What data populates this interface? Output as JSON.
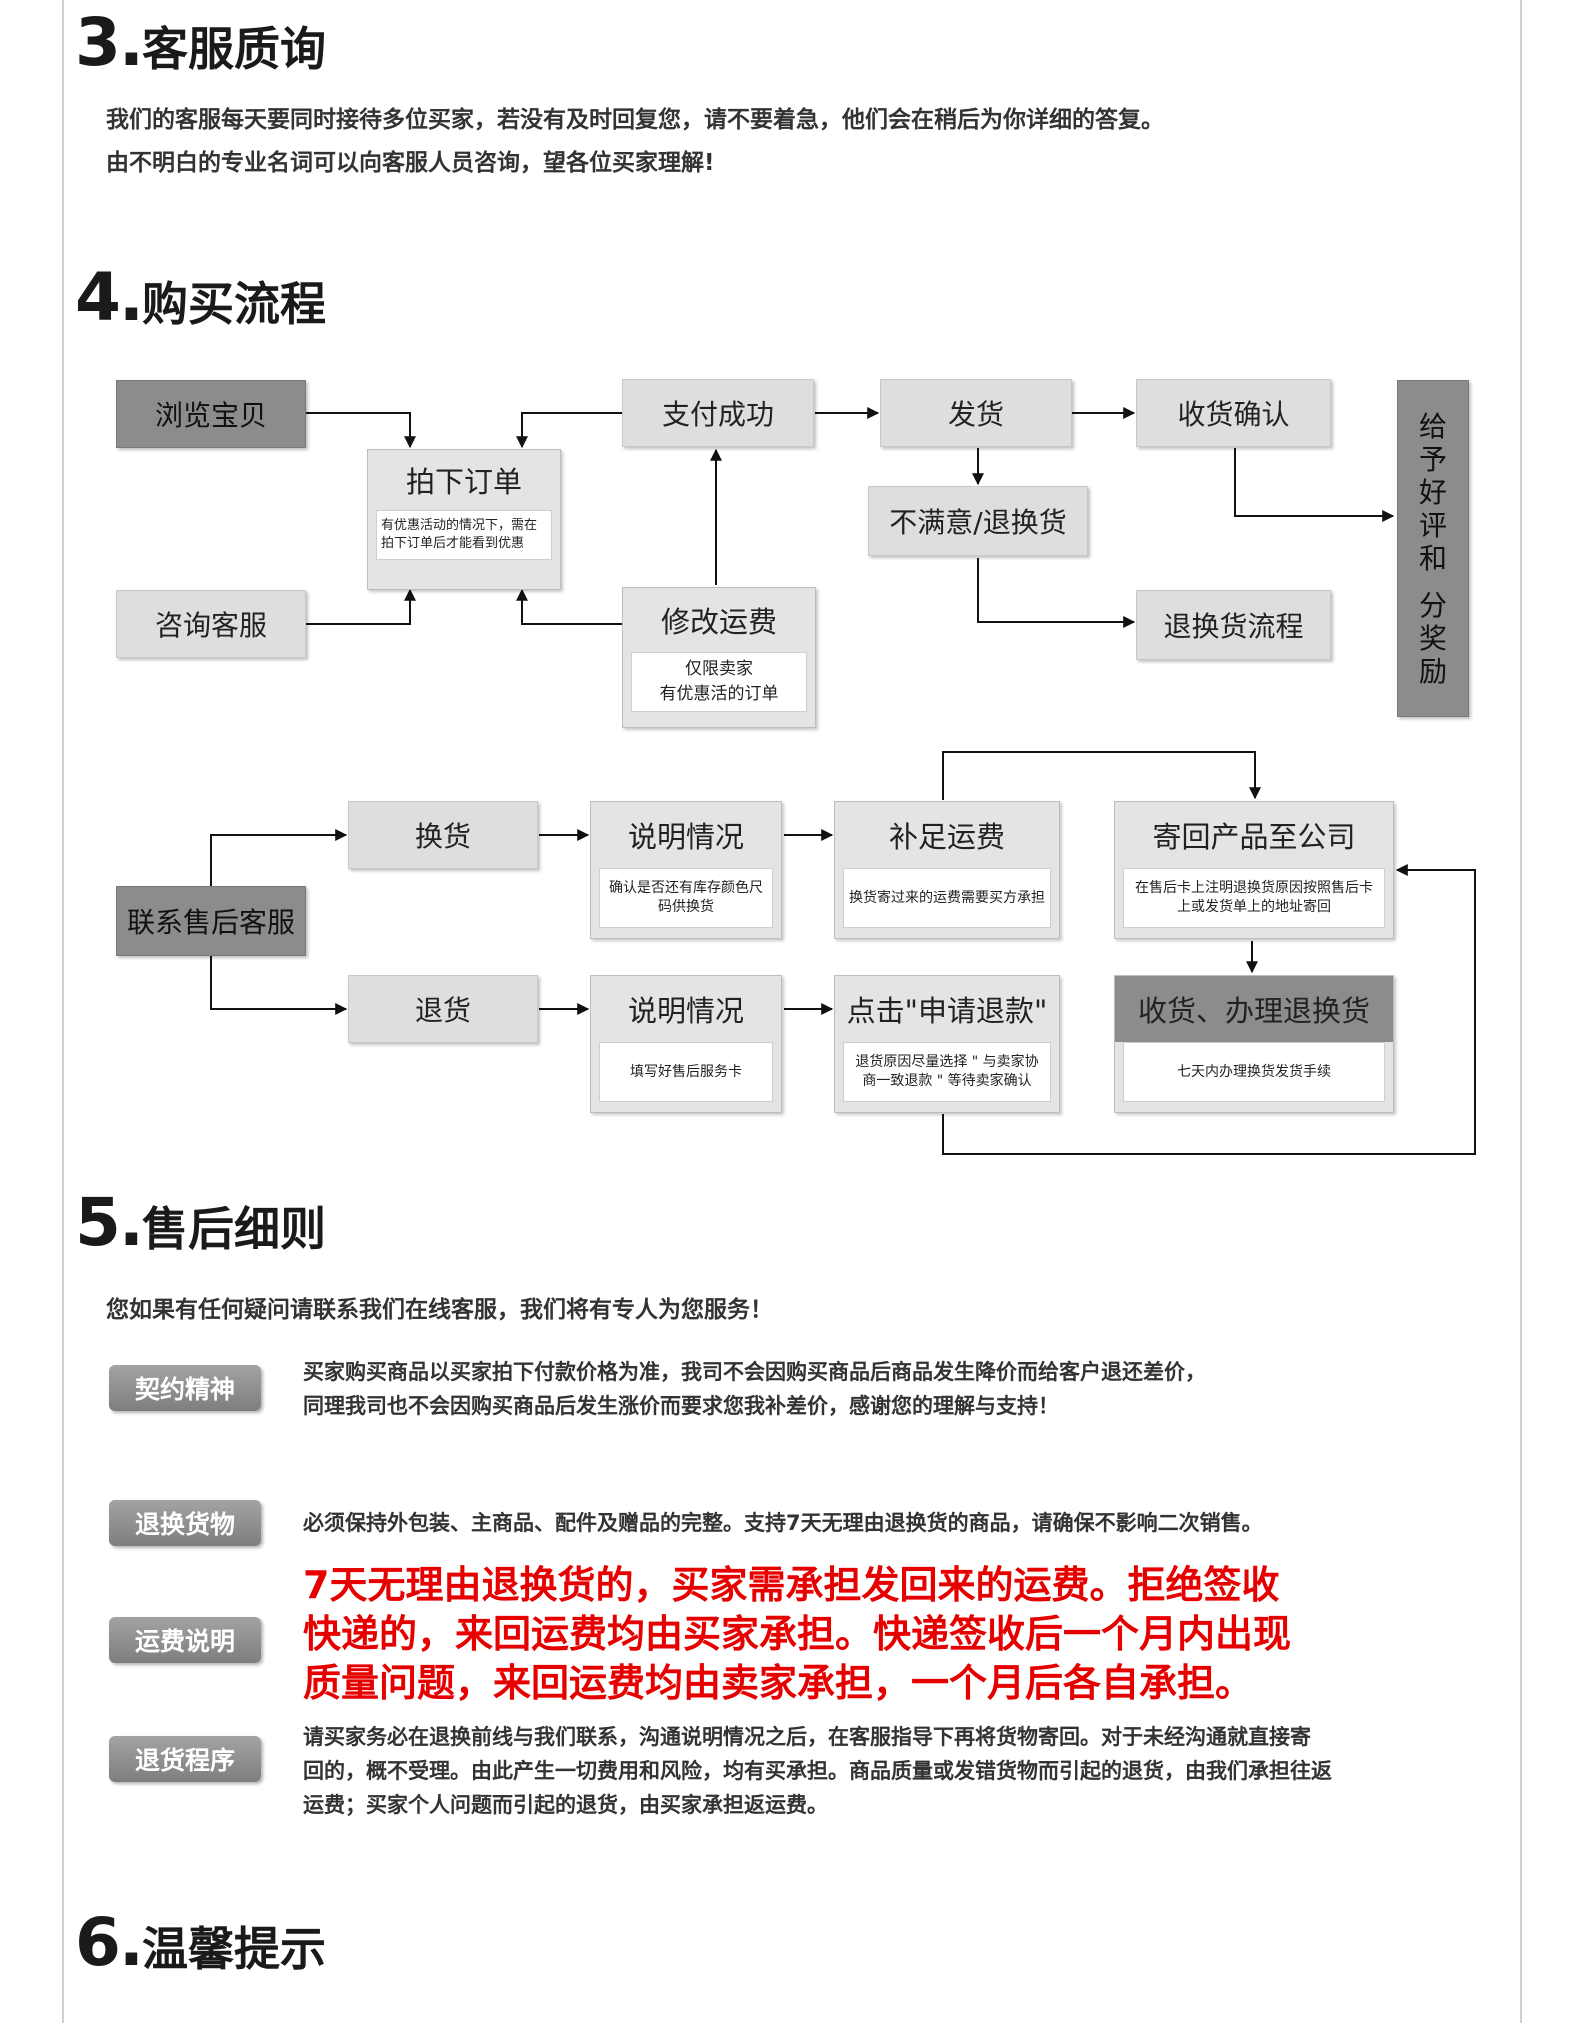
{
  "s3": {
    "num": "3.",
    "title": "客服质询",
    "line1": "我们的客服每天要同时接待多位买家，若没有及时回复您，请不要着急，他们会在稍后为你详细的答复。",
    "line2": "由不明白的专业名词可以向客服人员咨询，望各位买家理解!"
  },
  "s4": {
    "num": "4.",
    "title": "购买流程",
    "flow1": {
      "browse": "浏览宝贝",
      "consult": "咨询客服",
      "order": "拍下订单",
      "order_note": "有优惠活动的情况下，需在拍下订单后才能看到优惠",
      "pay": "支付成功",
      "modify_fee": "修改运费",
      "modify_fee_note_1": "仅限卖家",
      "modify_fee_note_2": "有优惠活的订单",
      "ship": "发货",
      "unsatisfied": "不满意/退换货",
      "confirm": "收货确认",
      "return_flow": "退换货流程",
      "praise_chars": [
        "给",
        "予",
        "好",
        "评",
        "和",
        "分",
        "奖",
        "励"
      ]
    },
    "flow2": {
      "contact": "联系售后客服",
      "exchange": "换货",
      "explain_1": "说明情况",
      "explain_1_note": "确认是否还有库存颜色尺码供换货",
      "add_fee": "补足运费",
      "add_fee_note": "换货寄过来的运费需要买方承担",
      "send_back": "寄回产品至公司",
      "send_back_note": "在售后卡上注明退换货原因按照售后卡上或发货单上的地址寄回",
      "refund": "退货",
      "explain_2": "说明情况",
      "explain_2_note": "填写好售后服务卡",
      "apply_refund": "点击\"申请退款\"",
      "apply_refund_note": "退货原因尽量选择 \" 与卖家协商一致退款 \" 等待卖家确认",
      "receive": "收货、办理退换货",
      "receive_note": "七天内办理换货发货手续"
    }
  },
  "s5": {
    "num": "5.",
    "title": "售后细则",
    "intro": "您如果有任何疑问请联系我们在线客服，我们将有专人为您服务！",
    "rules": [
      {
        "tag": "契约精神",
        "lines": [
          "买家购买商品以买家拍下付款价格为准，我司不会因购买商品后商品发生降价而给客户退还差价，",
          "同理我司也不会因购买商品后发生涨价而要求您我补差价，感谢您的理解与支持！"
        ]
      },
      {
        "tag": "退换货物",
        "lines": [
          "必须保持外包装、主商品、配件及赠品的完整。支持7天无理由退换货的商品，请确保不影响二次销售。"
        ]
      },
      {
        "tag": "运费说明",
        "lines": [
          "7天无理由退换货的，买家需承担发回来的运费。拒绝签收",
          "快递的，来回运费均由买家承担。快递签收后一个月内出现",
          "质量问题，来回运费均由卖家承担，一个月后各自承担。"
        ]
      },
      {
        "tag": "退货程序",
        "lines": [
          "请买家务必在退换前线与我们联系，沟通说明情况之后，在客服指导下再将货物寄回。对于未经沟通就直接寄",
          "回的，概不受理。由此产生一切费用和风险，均有买承担。商品质量或发错货物而引起的退货，由我们承担往返",
          "运费；买家个人问题而引起的退货，由买家承担返运费。"
        ]
      }
    ]
  },
  "s6": {
    "num": "6.",
    "title": "温馨提示"
  }
}
